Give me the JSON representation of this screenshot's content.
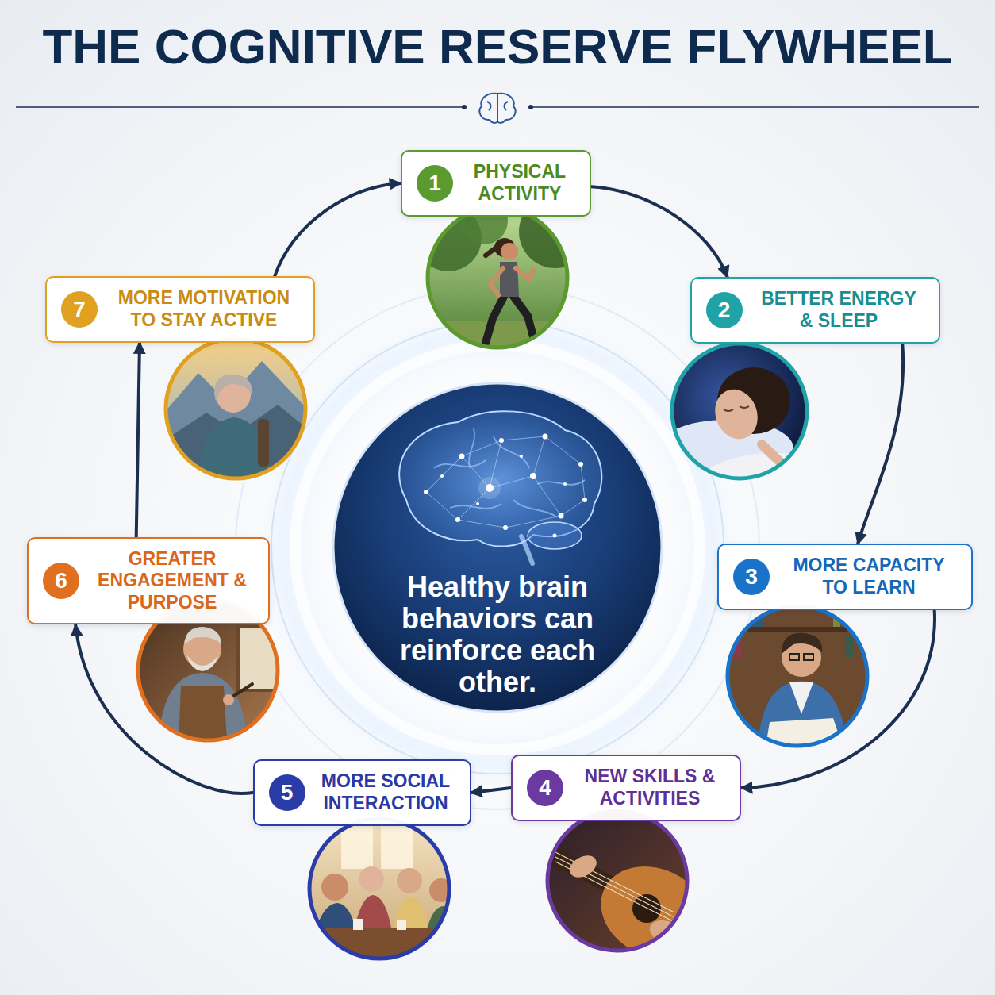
{
  "diagram": {
    "title": "THE COGNITIVE RESERVE FLYWHEEL",
    "nodes": [
      {
        "text": [
          "PHYSICAL ACTIVITY"
        ]
      },
      {
        "text": [
          "1"
        ],
        "in": 0
      },
      {
        "text": [
          "BETTER ENERGY & SLEEP"
        ]
      },
      {
        "text": [
          "2"
        ],
        "in": 2
      },
      {
        "text": [
          "MORE CAPACITY TO LEARN"
        ]
      },
      {
        "text": [
          "3"
        ],
        "in": 4
      },
      {
        "text": [
          "NEW SKILLS & ACTIVITIES"
        ]
      },
      {
        "text": [
          "4"
        ],
        "in": 6
      },
      {
        "text": [
          "MORE SOCIAL INTERACTION"
        ]
      },
      {
        "text": [
          "5"
        ],
        "in": 8
      },
      {
        "text": [
          "GREATER ENGAGEMENT & PURPOSE"
        ]
      },
      {
        "text": [
          "6"
        ],
        "in": 10
      },
      {
        "text": [
          "MORE MOTIVATION TO STAY ACTIVE"
        ]
      },
      {
        "text": [
          "7"
        ],
        "in": 12
      },
      {
        "text": [
          "Healthy brain behaviors can reinforce each other."
        ]
      }
    ],
    "edges": [
      {
        "from": 0,
        "to": 2,
        "arrow": "to"
      },
      {
        "from": 2,
        "to": 4,
        "arrow": "to"
      },
      {
        "from": 4,
        "to": 6,
        "arrow": "to"
      },
      {
        "from": 6,
        "to": 8,
        "arrow": "to"
      },
      {
        "from": 8,
        "to": 10,
        "arrow": "to"
      },
      {
        "from": 10,
        "to": 12,
        "arrow": "to"
      },
      {
        "from": 12,
        "to": 0,
        "arrow": "to"
      }
    ]
  }
}
